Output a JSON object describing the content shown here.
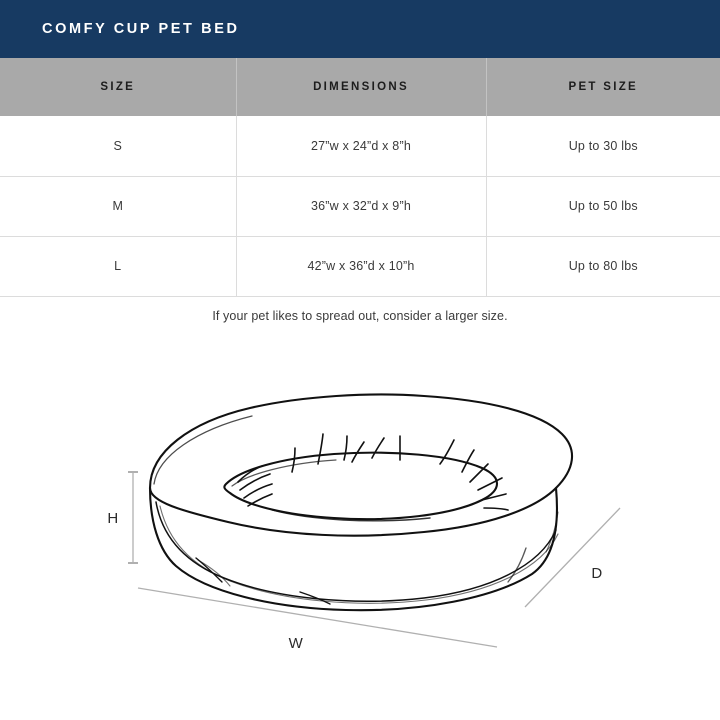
{
  "banner": {
    "title": "Comfy Cup Pet Bed"
  },
  "table": {
    "columns": [
      "Size",
      "Dimensions",
      "Pet Size"
    ],
    "rows": [
      {
        "size": "S",
        "dimensions": "27”w x 24”d x 8”h",
        "pet_size": "Up to 30 lbs"
      },
      {
        "size": "M",
        "dimensions": "36”w x 32”d x 9”h",
        "pet_size": "Up to 50 lbs"
      },
      {
        "size": "L",
        "dimensions": "42”w x 36”d x 10”h",
        "pet_size": "Up to 80 lbs"
      }
    ],
    "note": "If your pet likes to spread out, consider a larger size."
  },
  "illustration": {
    "alt": "pet-bed-line-drawing",
    "labels": {
      "height": "H",
      "width": "W",
      "depth": "D"
    }
  },
  "colors": {
    "banner_background": "#173a62",
    "banner_text": "#ffffff",
    "table_header_background": "#a9a9a9",
    "table_header_text": "#1d1d1d",
    "table_body_text": "#3a3a3a",
    "table_border": "#dcdcdc",
    "drawing_ink": "#111111",
    "dimension_line": "#b0b0b0"
  }
}
